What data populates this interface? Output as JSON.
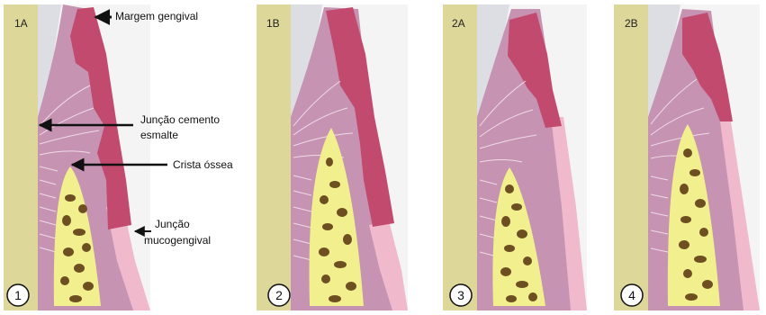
{
  "panels": [
    {
      "id": "1A",
      "number": "1"
    },
    {
      "id": "1B",
      "number": "2"
    },
    {
      "id": "2A",
      "number": "3"
    },
    {
      "id": "2B",
      "number": "4"
    }
  ],
  "annotations": {
    "gingival_margin": "Margem gengival",
    "cej_line1": "Junção cemento",
    "cej_line2": "esmalte",
    "bone_crest": "Crista óssea",
    "mgj_line1": "Junção",
    "mgj_line2": "mucogengival"
  },
  "colors": {
    "tooth": "#ddd79a",
    "enamel": "#dddde4",
    "gingiva": "#c24a6e",
    "connective_tissue": "#c693b2",
    "mucosa": "#f0b9cc",
    "bone": "#f1ef8e",
    "marrow": "#6e4f22",
    "fibers": "#f7e8ef"
  }
}
